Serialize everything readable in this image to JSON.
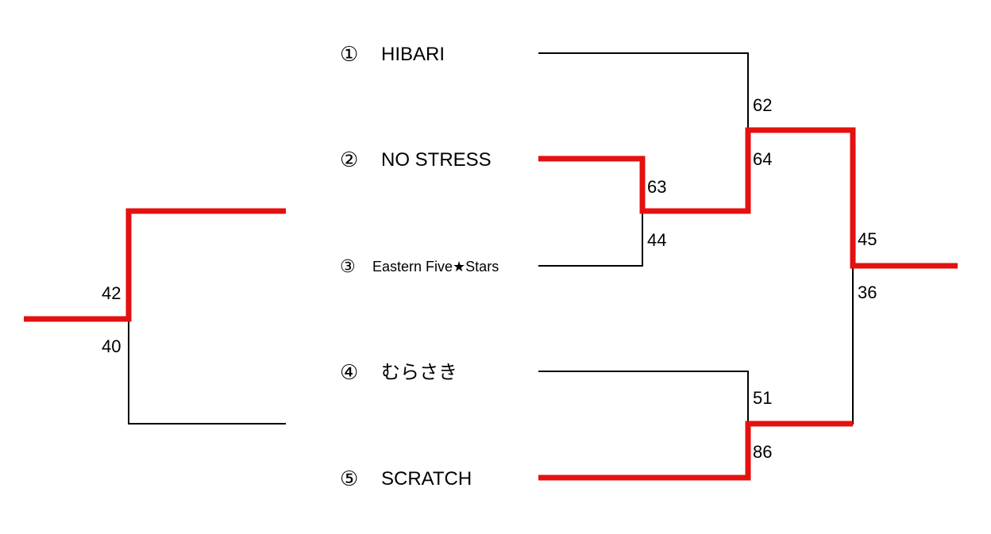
{
  "colors": {
    "winner_line": "#e51010",
    "bracket_line": "#000000",
    "background": "#ffffff"
  },
  "teams": [
    {
      "seed": "①",
      "name": "HIBARI"
    },
    {
      "seed": "②",
      "name": "NO STRESS"
    },
    {
      "seed": "③",
      "name": "Eastern Five★Stars"
    },
    {
      "seed": "④",
      "name": "むらさき"
    },
    {
      "seed": "⑤",
      "name": "SCRATCH"
    }
  ],
  "matches": {
    "semi_a": {
      "top": "63",
      "bottom": "44"
    },
    "quarter_a": {
      "top": "62",
      "bottom": "64"
    },
    "quarter_b": {
      "top": "51",
      "bottom": "86"
    },
    "final": {
      "top": "45",
      "bottom": "36"
    },
    "left_bracket": {
      "top": "42",
      "bottom": "40"
    }
  }
}
